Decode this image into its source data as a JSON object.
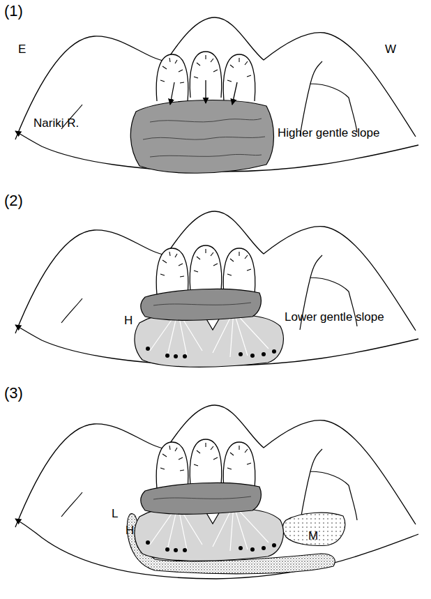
{
  "diagram": {
    "labels": [
      "(1)",
      "E",
      "W",
      "Nariki R.",
      "Higher gentle slope",
      "(2)",
      "H",
      "Lower gentle slope",
      "(3)",
      "L",
      "H",
      "M"
    ]
  }
}
